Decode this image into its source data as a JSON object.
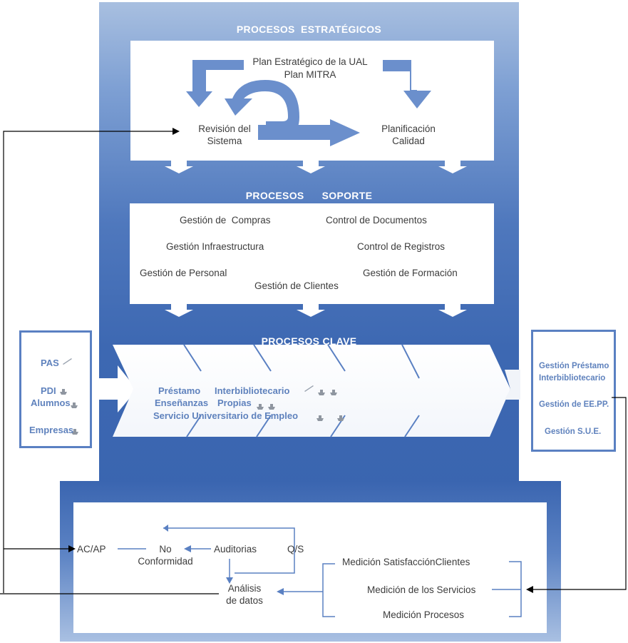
{
  "sections": {
    "strategic": {
      "title": "PROCESOS  ESTRATÉGICOS",
      "plan_line1": "Plan Estratégico de la UAL",
      "plan_line2": "Plan MITRA",
      "review_line1": "Revisión del",
      "review_line2": "Sistema",
      "planning_line1": "Planificación",
      "planning_line2": "Calidad"
    },
    "support": {
      "title": "PROCESOS      SOPORTE",
      "items": [
        "Gestión de  Compras",
        "Control de Documentos",
        "Gestión Infraestructura",
        "Control de Registros",
        "Gestión de Personal",
        "Gestión de Formación",
        "Gestión de Clientes"
      ]
    },
    "key": {
      "title": "PROCESOS CLAVE",
      "line1_a": "Préstamo",
      "line1_b": "Interbibliotecario",
      "line2_a": "Enseñanzas",
      "line2_b": "Propias",
      "line3": "Servicio Universitario de Empleo"
    }
  },
  "customers": {
    "pas": "PAS",
    "pdi": "PDI",
    "alumnos": "Alumnos",
    "empresas": "Empresas"
  },
  "outputs": {
    "line1": "Gestión Préstamo",
    "line2": "Interbibliotecario",
    "line3": "Gestión de EE.PP.",
    "line4": "Gestión S.U.E."
  },
  "improvement": {
    "acap": "AC/AP",
    "no_line1": "No",
    "no_line2": "Conformidad",
    "auditorias": "Auditorias",
    "qs": "Q/S",
    "analisis_line1": "Análisis",
    "analisis_line2": "de datos",
    "medicion_clientes": "Medición SatisfacciónClientes",
    "medicion_servicios": "Medición de los Servicios",
    "medicion_procesos": "Medición Procesos"
  },
  "colors": {
    "arrow_blue": "#6b8fcc",
    "side_blue": "#5f82bd",
    "line_blue": "#5a80c2"
  }
}
